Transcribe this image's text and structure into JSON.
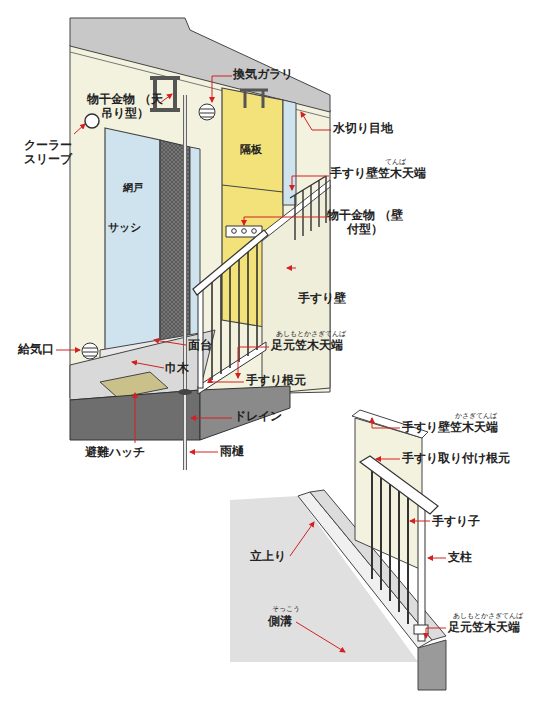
{
  "diagram": {
    "labels": [
      "換気ガラリ",
      "物干金物 （天吊り型）",
      "クーラー スリーブ",
      "水切り目地",
      "網戸",
      "隔板",
      "てんば",
      "手すり壁笠木天端",
      "サッシ",
      "物干金物 （壁付型）",
      "手すり壁",
      "あしもとかさぎてんば",
      "足元笠木天端",
      "面台",
      "巾木",
      "給気口",
      "手すり根元",
      "ドレイン",
      "避難ハッチ",
      "雨樋",
      "かさぎてんば",
      "手すり壁笠木天端",
      "手すり取り付け根元",
      "手すり子",
      "立上り",
      "支柱",
      "そっこう",
      "側溝",
      "あしもとかさぎてんば",
      "足元笠木天端"
    ]
  }
}
